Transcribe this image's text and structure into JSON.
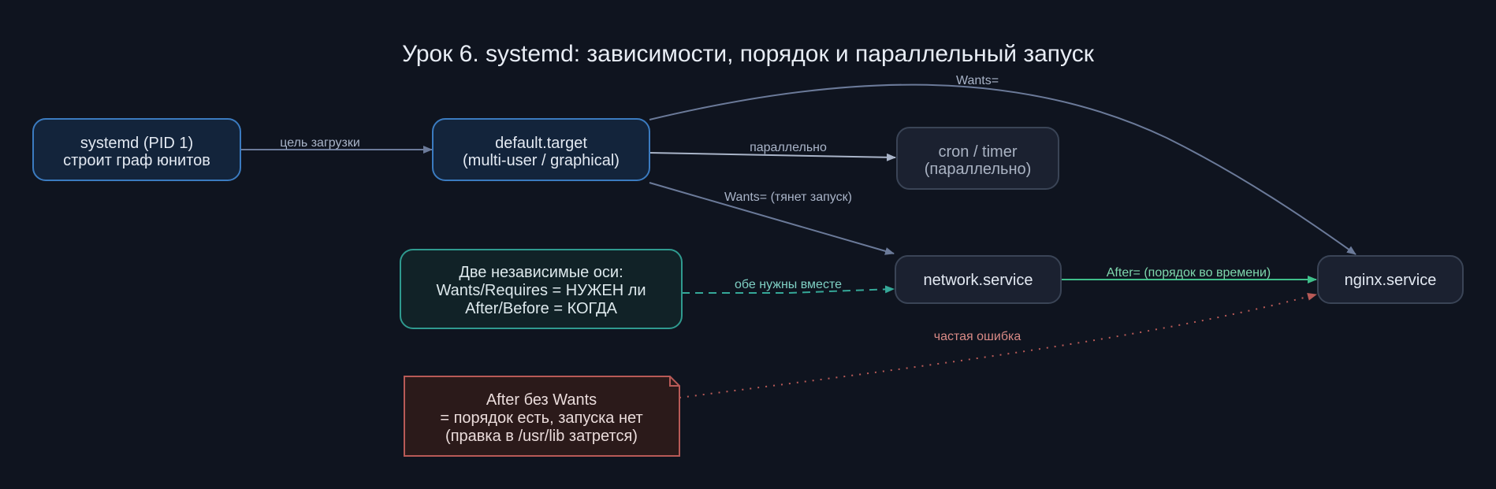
{
  "title": "Урок 6. systemd: зависимости, порядок и параллельный запуск",
  "colors": {
    "background": "#0f141f",
    "blue_border": "#3b7bc0",
    "blue_fill": "#13243b",
    "gray_border": "#3a4456",
    "gray_fill": "#1b2130",
    "teal_border": "#2f9a8f",
    "teal_fill": "#112227",
    "red_border": "#b85a57",
    "red_fill": "#2b1a1a",
    "edge_gray": "#6b7a99",
    "edge_teal": "#35a898",
    "edge_green": "#3fbf8a",
    "edge_red": "#b85a57"
  },
  "nodes": {
    "systemd": {
      "line1": "systemd (PID 1)",
      "line2": "строит граф юнитов"
    },
    "default_target": {
      "line1": "default.target",
      "line2": "(multi-user / graphical)"
    },
    "cron": {
      "line1": "cron / timer",
      "line2": "(параллельно)"
    },
    "network": {
      "line1": "network.service"
    },
    "nginx": {
      "line1": "nginx.service"
    },
    "axes_note": {
      "line1": "Две независимые оси:",
      "line2": "Wants/Requires = НУЖЕН ли",
      "line3": "After/Before = КОГДА"
    },
    "after_note": {
      "line1": "After без Wants",
      "line2": "= порядок есть, запуска нет",
      "line3": "(правка в /usr/lib затрется)"
    }
  },
  "edges": {
    "boot_goal": "цель загрузки",
    "parallel": "параллельно",
    "wants_pull": "Wants= (тянет запуск)",
    "wants": "Wants=",
    "after_order": "After= (порядок во времени)",
    "both_needed": "обе нужны вместе",
    "common_error": "частая ошибка"
  }
}
